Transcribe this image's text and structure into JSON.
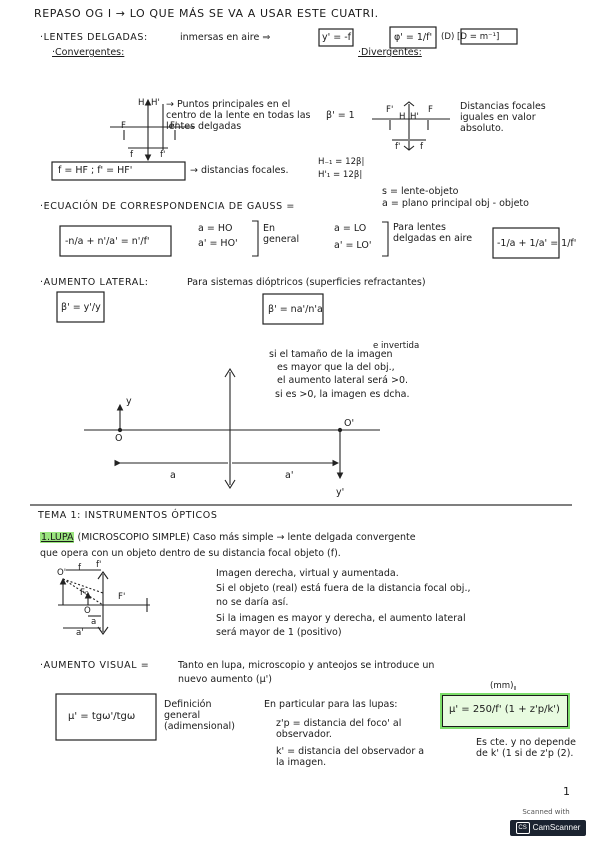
{
  "header": {
    "title": "REPASO OG I → LO QUE MÁS SE VA A USAR ESTE CUATRI."
  },
  "lentes": {
    "heading": "·LENTES DELGADAS:",
    "desc": "inmersas en aire ⇒",
    "beta_formula": "y' = -f",
    "phi_formula": "φ' = 1/f'",
    "units": "(D) [D = m⁻¹]",
    "convergentes": "·Convergentes:",
    "divergentes": "·Divergentes:",
    "puntos_label": "→ Puntos principales en el centro de la lente en todas las lentes delgadas",
    "beta_eq": "β' = 1",
    "dist_iguales": "Distancias focales iguales en valor absoluto.",
    "focal_box": "f = HF ; f' = HF'",
    "dist_focales": "→ distancias focales.",
    "h_minus": "H₋₁ = 12β|",
    "h_prime": "H'₁ = 12β|"
  },
  "diagram_labels": {
    "H": "H",
    "Hp": "H'",
    "F": "F",
    "Fp": "F'",
    "f": "f",
    "fp": "f'",
    "div_Fp": "F'",
    "div_H": "H",
    "div_Hp": "H'",
    "div_F": "F",
    "div_fp": "f'",
    "div_f": "f"
  },
  "gauss": {
    "s_def": "s = lente-objeto",
    "a_def": "a = plano principal obj - objeto",
    "heading": "·ECUACIÓN DE CORRESPONDENCIA DE GAUSS =",
    "eq_left": "-n/a + n'/a' = n'/f'",
    "a_eq": "a = HO",
    "ap_eq": "a' = HO'",
    "en_general": "En general",
    "a_lo": "a = LO",
    "ap_lo": "a' = LO'",
    "para_lentes": "Para lentes delgadas en aire",
    "eq_right": "-1/a + 1/a' = 1/f'"
  },
  "aumento": {
    "heading": "·AUMENTO LATERAL:",
    "desc": "Para sistemas dióptricos (superficies refractantes)",
    "beta1": "β' = y'/y",
    "beta2": "β' = na'/n'a",
    "note1": "si el tamaño de la imagen",
    "note_insert": "e invertida",
    "note2": "es mayor que la del obj.,",
    "note3": "el aumento lateral será >0.",
    "note4": "si es >0, la imagen es dcha.",
    "y": "y",
    "o": "O",
    "op": "O'",
    "a": "a",
    "ap": "a'",
    "yp": "y'"
  },
  "tema": {
    "title": "TEMA 1: INSTRUMENTOS ÓPTICOS",
    "lupa_hl": "1.LUPA",
    "lupa_rest": "(MICROSCOPIO SIMPLE) Caso más simple → lente delgada convergente",
    "lupa_line2": "que opera con un objeto dentro de su distancia focal objeto (f).",
    "img1": "Imagen derecha, virtual y aumentada.",
    "img2": "Si el objeto (real) está fuera de la distancia focal obj.,",
    "img3": "no se daría así.",
    "img4": "Si la imagen es mayor y derecha, el aumento lateral",
    "img5": "será mayor de 1 (positivo)",
    "lupa_labels": {
      "Op": "O'",
      "fp": "f'",
      "f": "f",
      "Fo": "F₀",
      "O": "O",
      "Fp": "F'",
      "a": "a",
      "ap": "a'"
    }
  },
  "visual": {
    "heading": "·AUMENTO VISUAL =",
    "desc1": "Tanto en lupa, microscopio y anteojos se introduce un",
    "desc2": "nuevo aumento (μ')",
    "mu_def": "μ' = tgω'/tgω",
    "def_label": "Definición general (adimensional)",
    "lupa_note": "En particular para las lupas:",
    "zp_def": "z'p = distancia del foco' al observador.",
    "kp_def": "k' = distancia del observador a la imagen.",
    "mm": "(mm)",
    "mu_lupa": "μ' = 250/f' (1 + z'p/k')",
    "cte_note": "Es cte. y no depende de k' (1 si de z'p (2).",
    "page_no": "1"
  },
  "badge": {
    "scanned_with": "Scanned with",
    "brand": "CamScanner",
    "icon": "CS"
  }
}
